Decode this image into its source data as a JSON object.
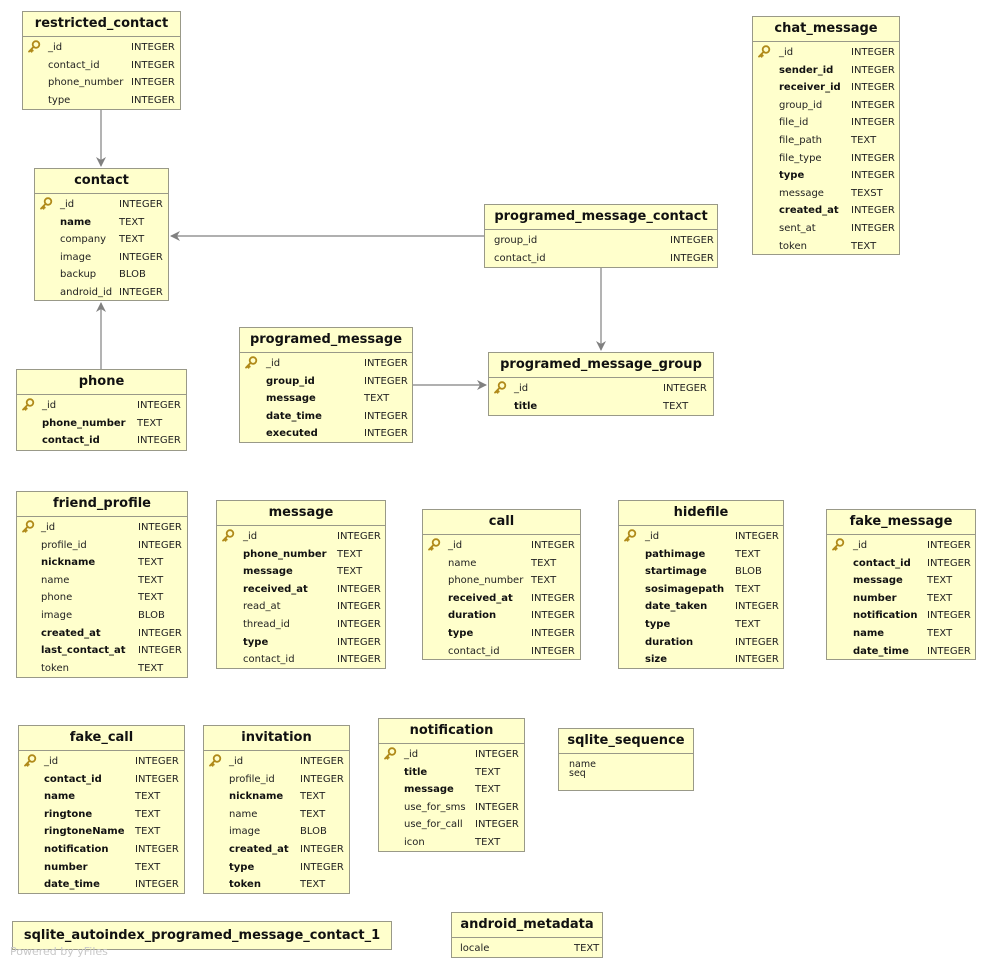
{
  "footer": "Powered by yFiles",
  "colors": {
    "fill": "#ffffcc",
    "border": "#999988",
    "edge": "#808080"
  },
  "tables": {
    "restricted_contact": {
      "name": "restricted_contact",
      "columns": [
        {
          "name": "_id",
          "type": "INTEGER",
          "pk": true
        },
        {
          "name": "contact_id",
          "type": "INTEGER"
        },
        {
          "name": "phone_number",
          "type": "INTEGER"
        },
        {
          "name": "type",
          "type": "INTEGER"
        }
      ]
    },
    "contact": {
      "name": "contact",
      "columns": [
        {
          "name": "_id",
          "type": "INTEGER",
          "pk": true
        },
        {
          "name": "name",
          "type": "TEXT",
          "bold": true
        },
        {
          "name": "company",
          "type": "TEXT"
        },
        {
          "name": "image",
          "type": "INTEGER"
        },
        {
          "name": "backup",
          "type": "BLOB"
        },
        {
          "name": "android_id",
          "type": "INTEGER"
        }
      ]
    },
    "phone": {
      "name": "phone",
      "columns": [
        {
          "name": "_id",
          "type": "INTEGER",
          "pk": true
        },
        {
          "name": "phone_number",
          "type": "TEXT",
          "bold": true
        },
        {
          "name": "contact_id",
          "type": "INTEGER",
          "bold": true
        }
      ]
    },
    "chat_message": {
      "name": "chat_message",
      "columns": [
        {
          "name": "_id",
          "type": "INTEGER",
          "pk": true
        },
        {
          "name": "sender_id",
          "type": "INTEGER",
          "bold": true
        },
        {
          "name": "receiver_id",
          "type": "INTEGER",
          "bold": true
        },
        {
          "name": "group_id",
          "type": "INTEGER"
        },
        {
          "name": "file_id",
          "type": "INTEGER"
        },
        {
          "name": "file_path",
          "type": "TEXT"
        },
        {
          "name": "file_type",
          "type": "INTEGER"
        },
        {
          "name": "type",
          "type": "INTEGER",
          "bold": true
        },
        {
          "name": "message",
          "type": "TEXST"
        },
        {
          "name": "created_at",
          "type": "INTEGER",
          "bold": true
        },
        {
          "name": "sent_at",
          "type": "INTEGER"
        },
        {
          "name": "token",
          "type": "TEXT"
        }
      ]
    },
    "programed_message_contact": {
      "name": "programed_message_contact",
      "columns": [
        {
          "name": "group_id",
          "type": "INTEGER"
        },
        {
          "name": "contact_id",
          "type": "INTEGER"
        }
      ]
    },
    "programed_message": {
      "name": "programed_message",
      "columns": [
        {
          "name": "_id",
          "type": "INTEGER",
          "pk": true
        },
        {
          "name": "group_id",
          "type": "INTEGER",
          "bold": true
        },
        {
          "name": "message",
          "type": "TEXT",
          "bold": true
        },
        {
          "name": "date_time",
          "type": "INTEGER",
          "bold": true
        },
        {
          "name": "executed",
          "type": "INTEGER",
          "bold": true
        }
      ]
    },
    "programed_message_group": {
      "name": "programed_message_group",
      "columns": [
        {
          "name": "_id",
          "type": "INTEGER",
          "pk": true
        },
        {
          "name": "title",
          "type": "TEXT",
          "bold": true
        }
      ]
    },
    "friend_profile": {
      "name": "friend_profile",
      "columns": [
        {
          "name": "_id",
          "type": "INTEGER",
          "pk": true
        },
        {
          "name": "profile_id",
          "type": "INTEGER"
        },
        {
          "name": "nickname",
          "type": "TEXT",
          "bold": true
        },
        {
          "name": "name",
          "type": "TEXT"
        },
        {
          "name": "phone",
          "type": "TEXT"
        },
        {
          "name": "image",
          "type": "BLOB"
        },
        {
          "name": "created_at",
          "type": "INTEGER",
          "bold": true
        },
        {
          "name": "last_contact_at",
          "type": "INTEGER",
          "bold": true
        },
        {
          "name": "token",
          "type": "TEXT"
        }
      ]
    },
    "message": {
      "name": "message",
      "columns": [
        {
          "name": "_id",
          "type": "INTEGER",
          "pk": true
        },
        {
          "name": "phone_number",
          "type": "TEXT",
          "bold": true
        },
        {
          "name": "message",
          "type": "TEXT",
          "bold": true
        },
        {
          "name": "received_at",
          "type": "INTEGER",
          "bold": true
        },
        {
          "name": "read_at",
          "type": "INTEGER"
        },
        {
          "name": "thread_id",
          "type": "INTEGER"
        },
        {
          "name": "type",
          "type": "INTEGER",
          "bold": true
        },
        {
          "name": "contact_id",
          "type": "INTEGER"
        }
      ]
    },
    "call": {
      "name": "call",
      "columns": [
        {
          "name": "_id",
          "type": "INTEGER",
          "pk": true
        },
        {
          "name": "name",
          "type": "TEXT"
        },
        {
          "name": "phone_number",
          "type": "TEXT"
        },
        {
          "name": "received_at",
          "type": "INTEGER",
          "bold": true
        },
        {
          "name": "duration",
          "type": "INTEGER",
          "bold": true
        },
        {
          "name": "type",
          "type": "INTEGER",
          "bold": true
        },
        {
          "name": "contact_id",
          "type": "INTEGER"
        }
      ]
    },
    "hidefile": {
      "name": "hidefile",
      "columns": [
        {
          "name": "_id",
          "type": "INTEGER",
          "pk": true
        },
        {
          "name": "pathimage",
          "type": "TEXT",
          "bold": true
        },
        {
          "name": "startimage",
          "type": "BLOB",
          "bold": true
        },
        {
          "name": "sosimagepath",
          "type": "TEXT",
          "bold": true
        },
        {
          "name": "date_taken",
          "type": "INTEGER",
          "bold": true
        },
        {
          "name": "type",
          "type": "TEXT",
          "bold": true
        },
        {
          "name": "duration",
          "type": "INTEGER",
          "bold": true
        },
        {
          "name": "size",
          "type": "INTEGER",
          "bold": true
        }
      ]
    },
    "fake_message": {
      "name": "fake_message",
      "columns": [
        {
          "name": "_id",
          "type": "INTEGER",
          "pk": true
        },
        {
          "name": "contact_id",
          "type": "INTEGER",
          "bold": true
        },
        {
          "name": "message",
          "type": "TEXT",
          "bold": true
        },
        {
          "name": "number",
          "type": "TEXT",
          "bold": true
        },
        {
          "name": "notification",
          "type": "INTEGER",
          "bold": true
        },
        {
          "name": "name",
          "type": "TEXT",
          "bold": true
        },
        {
          "name": "date_time",
          "type": "INTEGER",
          "bold": true
        }
      ]
    },
    "fake_call": {
      "name": "fake_call",
      "columns": [
        {
          "name": "_id",
          "type": "INTEGER",
          "pk": true
        },
        {
          "name": "contact_id",
          "type": "INTEGER",
          "bold": true
        },
        {
          "name": "name",
          "type": "TEXT",
          "bold": true
        },
        {
          "name": "ringtone",
          "type": "TEXT",
          "bold": true
        },
        {
          "name": "ringtoneName",
          "type": "TEXT",
          "bold": true
        },
        {
          "name": "notification",
          "type": "INTEGER",
          "bold": true
        },
        {
          "name": "number",
          "type": "TEXT",
          "bold": true
        },
        {
          "name": "date_time",
          "type": "INTEGER",
          "bold": true
        }
      ]
    },
    "invitation": {
      "name": "invitation",
      "columns": [
        {
          "name": "_id",
          "type": "INTEGER",
          "pk": true
        },
        {
          "name": "profile_id",
          "type": "INTEGER"
        },
        {
          "name": "nickname",
          "type": "TEXT",
          "bold": true
        },
        {
          "name": "name",
          "type": "TEXT"
        },
        {
          "name": "image",
          "type": "BLOB"
        },
        {
          "name": "created_at",
          "type": "INTEGER",
          "bold": true
        },
        {
          "name": "type",
          "type": "INTEGER",
          "bold": true
        },
        {
          "name": "token",
          "type": "TEXT",
          "bold": true
        }
      ]
    },
    "notification": {
      "name": "notification",
      "columns": [
        {
          "name": "_id",
          "type": "INTEGER",
          "pk": true
        },
        {
          "name": "title",
          "type": "TEXT",
          "bold": true
        },
        {
          "name": "message",
          "type": "TEXT",
          "bold": true
        },
        {
          "name": "use_for_sms",
          "type": "INTEGER"
        },
        {
          "name": "use_for_call",
          "type": "INTEGER"
        },
        {
          "name": "icon",
          "type": "TEXT"
        }
      ]
    },
    "sqlite_sequence": {
      "name": "sqlite_sequence",
      "lines": [
        "name",
        "seq"
      ]
    },
    "sqlite_autoindex": {
      "name": "sqlite_autoindex_programed_message_contact_1"
    },
    "android_metadata": {
      "name": "android_metadata",
      "columns": [
        {
          "name": "locale",
          "type": "TEXT"
        }
      ]
    }
  },
  "relations": [
    {
      "from": "restricted_contact",
      "to": "contact"
    },
    {
      "from": "phone",
      "to": "contact"
    },
    {
      "from": "programed_message_contact",
      "to": "contact"
    },
    {
      "from": "programed_message_contact",
      "to": "programed_message_group"
    },
    {
      "from": "programed_message",
      "to": "programed_message_group"
    }
  ]
}
